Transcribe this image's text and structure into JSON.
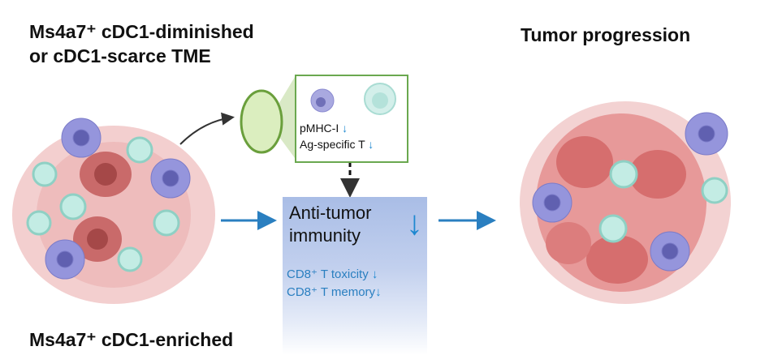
{
  "titles": {
    "top_left_line1": "Ms4a7⁺ cDC1-diminished",
    "top_left_line2": "or cDC1-scarce TME",
    "top_right": "Tumor progression",
    "bottom_left": "Ms4a7⁺ cDC1-enriched"
  },
  "lymph_node_box": {
    "line1": "pMHC-I",
    "line2": "Ag-specific T"
  },
  "immunity_box": {
    "heading_line1": "Anti-tumor",
    "heading_line2": "immunity",
    "item1": "CD8⁺ T toxicity",
    "item2": "CD8⁺ T memory"
  },
  "icons": {
    "down": "↓"
  },
  "colors": {
    "accent_blue": "#1e88d0",
    "box_green": "#6aa84f",
    "tumor_pink": "#e9a3a3",
    "dc_purple": "#8f8fd6",
    "tcell_teal": "#bfe8e2"
  }
}
